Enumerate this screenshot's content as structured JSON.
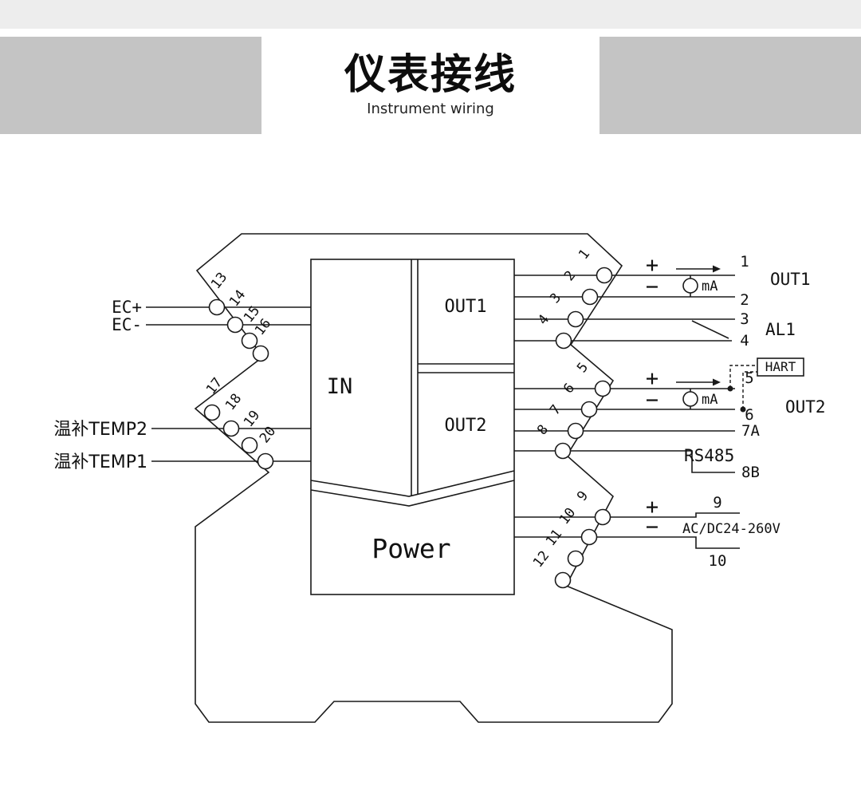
{
  "header": {
    "title": "仪表接线",
    "subtitle": "Instrument wiring"
  },
  "device_blocks": {
    "in": "IN",
    "out1": "OUT1",
    "out2": "OUT2",
    "power": "Power"
  },
  "left_side": {
    "ec_plus": "EC+",
    "ec_minus": "EC-",
    "temp2": "温补TEMP2",
    "temp1": "温补TEMP1"
  },
  "terminals": {
    "left_top": [
      "13",
      "14",
      "15",
      "16"
    ],
    "left_bottom": [
      "17",
      "18",
      "19",
      "20"
    ],
    "right_top": [
      "1",
      "2",
      "3",
      "4"
    ],
    "right_mid": [
      "5",
      "6",
      "7",
      "8"
    ],
    "right_bottom": [
      "9",
      "10",
      "11",
      "12"
    ]
  },
  "right_side": {
    "out1": {
      "plus": "+",
      "minus": "−",
      "meter": "mA",
      "t1": "1",
      "t2": "2",
      "label": "OUT1"
    },
    "al1": {
      "t3": "3",
      "t4": "4",
      "label": "AL1"
    },
    "hart": {
      "label": "HART"
    },
    "out2": {
      "plus": "+",
      "minus": "−",
      "meter": "mA",
      "t5": "5",
      "t6": "6",
      "label": "OUT2"
    },
    "rs485": {
      "label": "RS485",
      "t7a": "7A",
      "t8b": "8B"
    },
    "power": {
      "plus": "+",
      "minus": "−",
      "t9": "9",
      "t10": "10",
      "label": "AC/DC24-260V"
    }
  },
  "colors": {
    "band": "#c4c4c4",
    "strip": "#ededed",
    "line": "#1a1a1a"
  }
}
